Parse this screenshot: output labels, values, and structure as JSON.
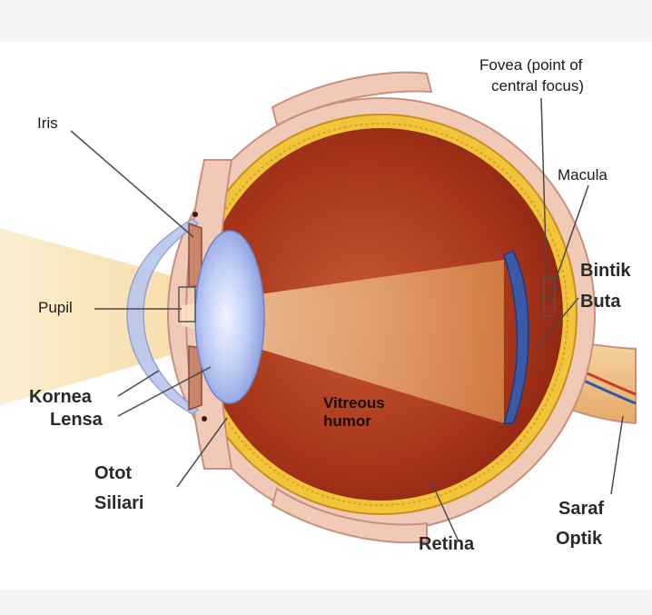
{
  "diagram": {
    "labels": {
      "iris": "Iris",
      "pupil": "Pupil",
      "kornea": "Kornea",
      "lensa": "Lensa",
      "otot_line1": "Otot",
      "otot_line2": "Siliari",
      "fovea_line1": "Fovea (point of",
      "fovea_line2": "central focus)",
      "macula": "Macula",
      "bintik_line1": "Bintik",
      "bintik_line2": "Buta",
      "vitreous_line1": "Vitreous",
      "vitreous_line2": "humor",
      "retina": "Retina",
      "saraf_line1": "Saraf",
      "saraf_line2": "Optik"
    },
    "colors": {
      "sclera": "#f1c9b7",
      "sclera_edge": "#c98f7e",
      "retina_yellow": "#f2c43a",
      "vitreous_dark": "#9a2a16",
      "vitreous_light": "#c9542a",
      "lens": "#9fb3e8",
      "cornea": "#b9c6ee",
      "light_beam": "#f8e6b8",
      "nerve": "#f0c07a"
    }
  }
}
